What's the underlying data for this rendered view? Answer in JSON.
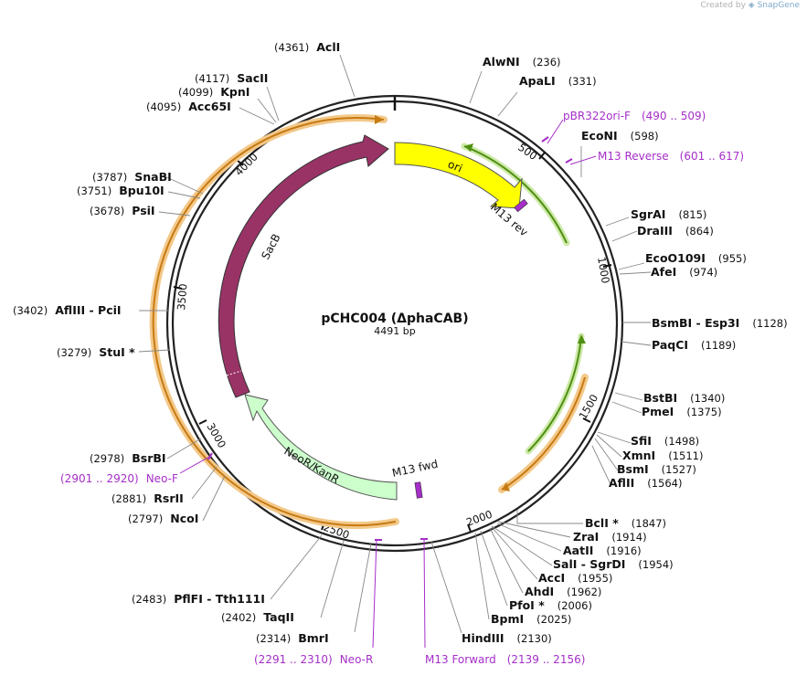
{
  "credit": {
    "prefix": "Created by",
    "brand": "SnapGene"
  },
  "plasmid": {
    "name": "pCHC004 (ΔphaCAB)",
    "length_label": "4491 bp",
    "length": 4491
  },
  "ticks": [
    "500",
    "1000",
    "1500",
    "2000",
    "2500",
    "3000",
    "3500",
    "4000"
  ],
  "features": {
    "ori": "ori",
    "m13rev": "M13 rev",
    "m13fwd": "M13 fwd",
    "neokan": "NeoR/KanR",
    "sacb": "SacB"
  },
  "sites": [
    {
      "name": "AclI",
      "pos": "(4361)"
    },
    {
      "name": "AlwNI",
      "pos": "(236)"
    },
    {
      "name": "ApaLI",
      "pos": "(331)"
    },
    {
      "name": "SacII",
      "pos": "(4117)"
    },
    {
      "name": "KpnI",
      "pos": "(4099)"
    },
    {
      "name": "Acc65I",
      "pos": "(4095)"
    },
    {
      "name": "EcoNI",
      "pos": "(598)"
    },
    {
      "name": "SnaBI",
      "pos": "(3787)"
    },
    {
      "name": "Bpu10I",
      "pos": "(3751)"
    },
    {
      "name": "PsiI",
      "pos": "(3678)"
    },
    {
      "name": "SgrAI",
      "pos": "(815)"
    },
    {
      "name": "DraIII",
      "pos": "(864)"
    },
    {
      "name": "EcoO109I",
      "pos": "(955)"
    },
    {
      "name": "AfeI",
      "pos": "(974)"
    },
    {
      "name": "AflIII  - PciI",
      "pos": "(3402)"
    },
    {
      "name": "BsmBI  - Esp3I",
      "pos": "(1128)"
    },
    {
      "name": "StuI *",
      "pos": "(3279)"
    },
    {
      "name": "PaqCI",
      "pos": "(1189)"
    },
    {
      "name": "BstBI",
      "pos": "(1340)"
    },
    {
      "name": "PmeI",
      "pos": "(1375)"
    },
    {
      "name": "SfiI",
      "pos": "(1498)"
    },
    {
      "name": "XmnI",
      "pos": "(1511)"
    },
    {
      "name": "BsrBI",
      "pos": "(2978)"
    },
    {
      "name": "BsmI",
      "pos": "(1527)"
    },
    {
      "name": "AflII",
      "pos": "(1564)"
    },
    {
      "name": "RsrII",
      "pos": "(2881)"
    },
    {
      "name": "NcoI",
      "pos": "(2797)"
    },
    {
      "name": "BclI *",
      "pos": "(1847)"
    },
    {
      "name": "ZraI",
      "pos": "(1914)"
    },
    {
      "name": "AatII",
      "pos": "(1916)"
    },
    {
      "name": "SalI  - SgrDI",
      "pos": "(1954)"
    },
    {
      "name": "AccI",
      "pos": "(1955)"
    },
    {
      "name": "AhdI",
      "pos": "(1962)"
    },
    {
      "name": "PfoI *",
      "pos": "(2006)"
    },
    {
      "name": "BpmI",
      "pos": "(2025)"
    },
    {
      "name": "PflFI  - Tth111I",
      "pos": "(2483)"
    },
    {
      "name": "TaqII",
      "pos": "(2402)"
    },
    {
      "name": "BmrI",
      "pos": "(2314)"
    },
    {
      "name": "HindIII",
      "pos": "(2130)"
    }
  ],
  "primers": [
    {
      "name": "pBR322ori-F",
      "range": "(490 .. 509)"
    },
    {
      "name": "M13 Reverse",
      "range": "(601 .. 617)"
    },
    {
      "name": "Neo-F",
      "range": "(2901 .. 2920)"
    },
    {
      "name": "Neo-R",
      "range": "(2291 .. 2310)"
    },
    {
      "name": "M13 Forward",
      "range": "(2139 .. 2156)"
    }
  ],
  "colors": {
    "ori": "#ffff00",
    "sacb": "#993366",
    "neokan": "#ccffcc",
    "primer": "#a52ec8",
    "orf_orange": "#d4821c",
    "orf_green": "#5a9e1a",
    "backbone": "#222222"
  }
}
